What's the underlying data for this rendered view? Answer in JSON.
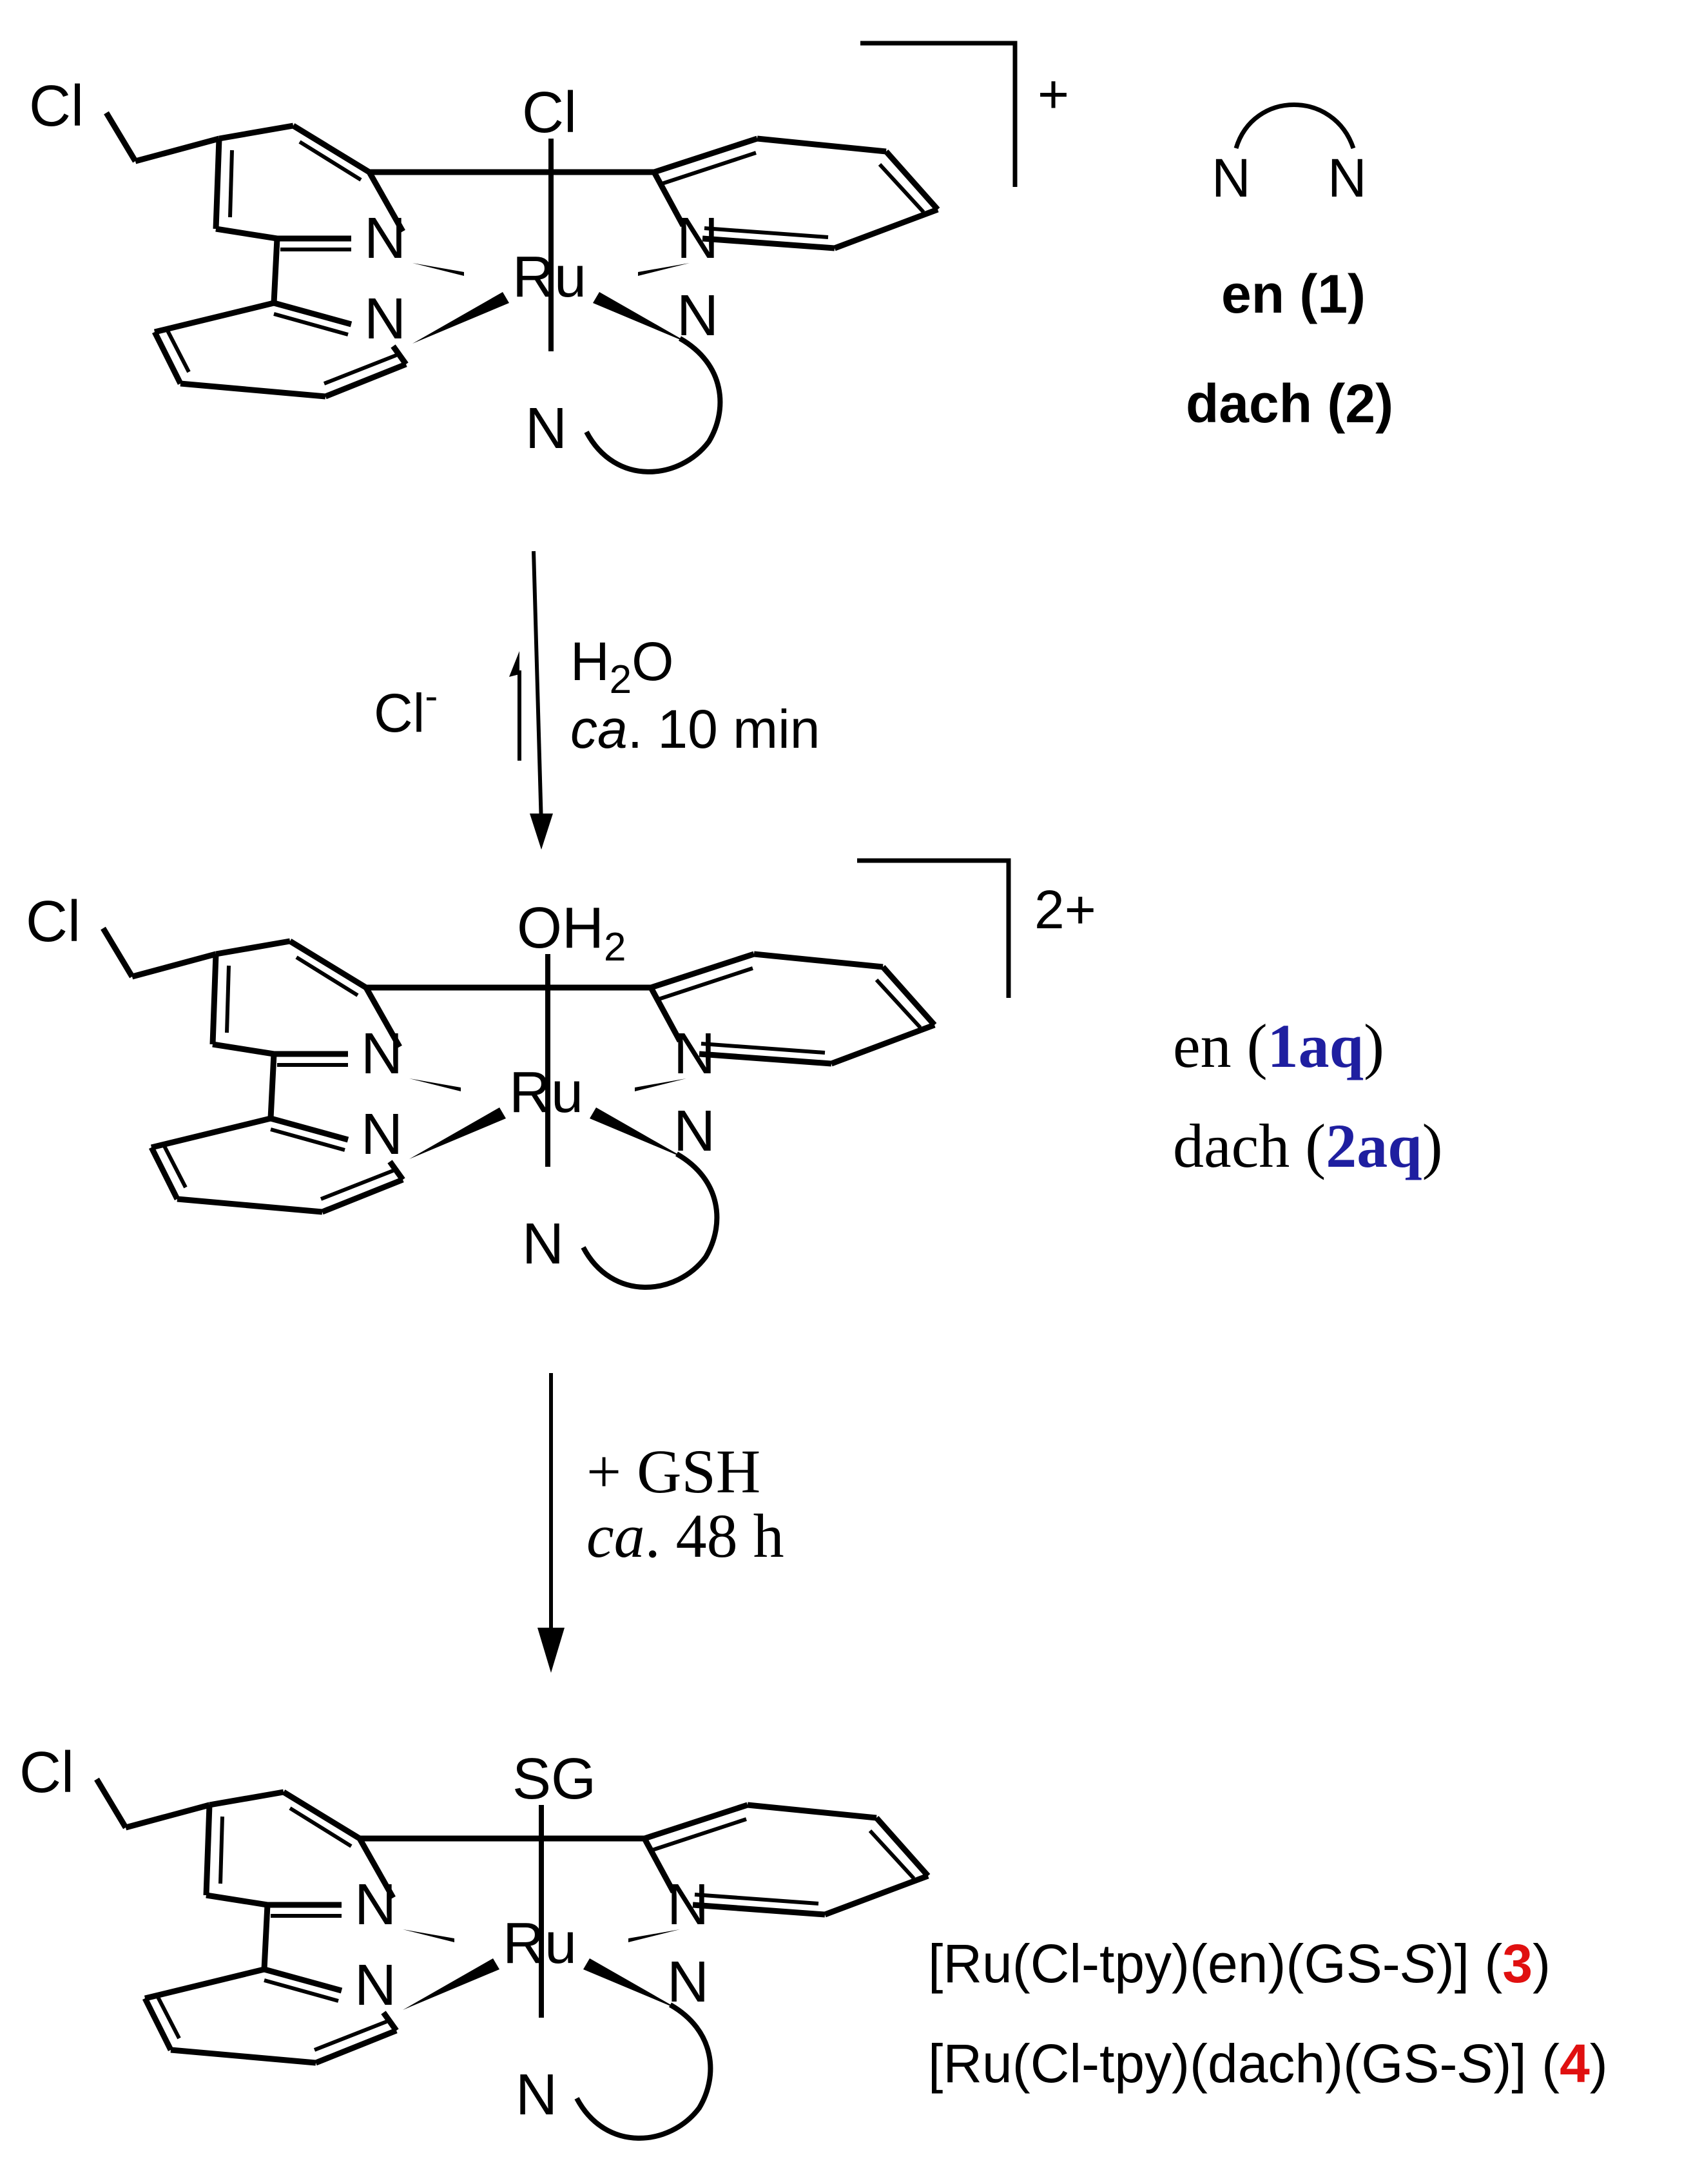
{
  "colors": {
    "ink": "#000000",
    "compound_aq": "#1f1fa0",
    "compound_final": "#e01010"
  },
  "atoms": {
    "cl": "Cl",
    "n": "N",
    "ru": "Ru",
    "o": "OH",
    "o_sub": "2",
    "sg": "SG"
  },
  "complex_1": {
    "charge": "+",
    "ligand_legend": {
      "n_left": "N",
      "n_right": "N",
      "labels": [
        "en (1)",
        "dach (2)"
      ]
    }
  },
  "step_1": {
    "reagent_h": "H",
    "reagent_h_sub": "2",
    "reagent_o": "O",
    "time_italic": "ca",
    "time_rest": ". 10 min",
    "reverse_reagent": "Cl",
    "reverse_reagent_sup": "-"
  },
  "complex_2": {
    "charge": "2+",
    "labels": [
      {
        "pre": "en (",
        "id": "1aq",
        "post": ")"
      },
      {
        "pre": "dach (",
        "id": "2aq",
        "post": ")"
      }
    ]
  },
  "step_2": {
    "reagent": "+ GSH",
    "time_italic": "ca",
    "time_rest": ". 48 h"
  },
  "complex_3": {
    "labels": [
      {
        "pre": "[Ru(Cl-tpy)(en)(GS-",
        "italic": "S",
        "mid": ")] (",
        "id": "3",
        "post": ")"
      },
      {
        "pre": "[Ru(Cl-tpy)(dach)(GS-",
        "italic": "S",
        "mid": ")] (",
        "id": "4",
        "post": ")"
      }
    ]
  }
}
